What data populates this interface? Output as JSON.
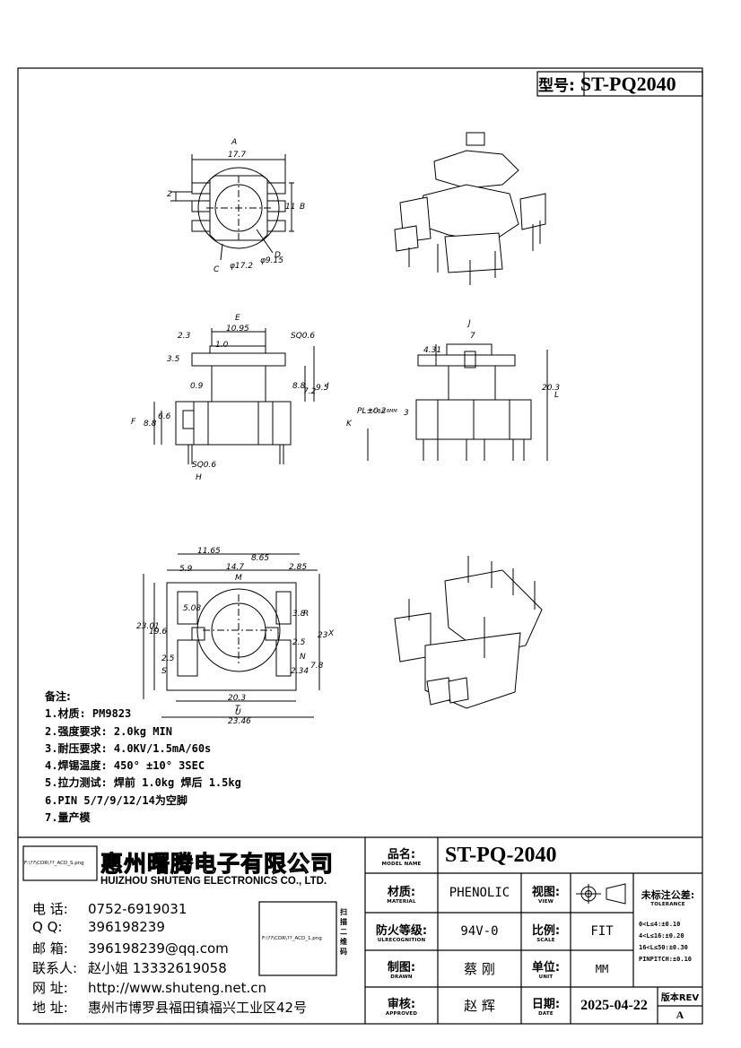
{
  "header": {
    "model_label": "型号:",
    "model_value": "ST-PQ2040"
  },
  "notes": {
    "title": "备注:",
    "items": [
      "1.材质: PM9823",
      "2.强度要求: 2.0kg MIN",
      "3.耐压要求: 4.0KV/1.5mA/60s",
      "4.焊锡温度: 450° ±10°  3SEC",
      "5.拉力测试: 焊前 1.0kg 焊后 1.5kg",
      "6.PIN 5/7/9/12/14为空脚",
      "7.量产模"
    ]
  },
  "dimensions": {
    "top": {
      "A": "A",
      "width": "17.7",
      "left": "2",
      "right": "11",
      "right_tag": "B",
      "d1": "φ17.2",
      "d2": "φ9.15",
      "tag_c": "C",
      "tag_d": "D"
    },
    "front": {
      "E": "E",
      "w": "10.95",
      "sq": "SQ0.6",
      "h1": "2.3",
      "h2": "3.5",
      "h3": "1.0",
      "h4": "0.9",
      "h5": "8.8",
      "h6": "7.2",
      "h7": "9.5",
      "tag_i": "I",
      "h8": "6.6",
      "h9": "8.8",
      "tag_f": "F",
      "sq2": "SQ0.6",
      "tag_h": "H"
    },
    "side": {
      "J": "J",
      "w": "7",
      "h1": "4.31",
      "tag_k": "K",
      "pl": "PL±0.2",
      "pl_sub": "P.C.B:0.8MM",
      "h2": "3",
      "h3": "20.3",
      "tag_l": "L"
    },
    "bottom": {
      "w1": "11.65",
      "w2": "8.65",
      "w3": "14.7",
      "tag_m": "M",
      "w4": "5.9",
      "w5": "2.85",
      "h1": "5.08",
      "h2": "3.8",
      "tag_r": "R",
      "h3": "23.01",
      "h4": "19.6",
      "h5": "23",
      "tag_x": "X",
      "h6": "2.5",
      "tag_s": "S",
      "h7": "2.5",
      "tag_n": "N",
      "h8": "2.34",
      "h9": "7.8",
      "w6": "20.3",
      "tag_t": "T",
      "w7": "23.46",
      "tag_u": "U"
    }
  },
  "company": {
    "logo_path": "F:\\??\\CDR\\??_ACD_S.png",
    "name_cn": "惠州曙腾电子有限公司",
    "name_en": "HUIZHOU SHUTENG ELECTRONICS CO., LTD.",
    "qr_path": "F:\\??\\CDR\\??_ACD_1.png",
    "qr_caption": "扫描二维码",
    "contacts": [
      {
        "key": "电  话:",
        "value": "0752-6919031"
      },
      {
        "key": "Q  Q:",
        "value": "396198239"
      },
      {
        "key": "邮  箱:",
        "value": "396198239@qq.com"
      },
      {
        "key": "联系人:",
        "value": "赵小姐 13332619058"
      },
      {
        "key": "网  址:",
        "value": "http://www.shuteng.net.cn"
      },
      {
        "key": "地  址:",
        "value": "惠州市博罗县福田镇福兴工业区42号"
      }
    ]
  },
  "title_block": {
    "name_label": "品名:",
    "name_label_en": "MODEL NAME",
    "name_value": "ST-PQ-2040",
    "material_label": "材质:",
    "material_label_en": "MATERIAL",
    "material_value": "PHENOLIC",
    "view_label": "视图:",
    "view_label_en": "VIEW",
    "tolerance_label": "未标注公差:",
    "tolerance_label_en": "TOLERANCE",
    "flame_label": "防火等级:",
    "flame_label_en": "ULRECOGNITION",
    "flame_value": "94V-0",
    "scale_label": "比例:",
    "scale_label_en": "SCALE",
    "scale_value": "FIT",
    "tolerances": [
      "0<L≤4:±0.10",
      "4<L≤16:±0.20",
      "16<L≤50:±0.30",
      "PINPITCH:±0.10"
    ],
    "drawn_label": "制图:",
    "drawn_label_en": "DRAWN",
    "drawn_value": "蔡 刚",
    "unit_label": "单位:",
    "unit_label_en": "UNIT",
    "unit_value": "MM",
    "approved_label": "审核:",
    "approved_label_en": "APPROVED",
    "approved_value": "赵 辉",
    "date_label": "日期:",
    "date_label_en": "DATE",
    "date_value": "2025-04-22",
    "rev_label": "版本REV",
    "rev_value": "A"
  }
}
